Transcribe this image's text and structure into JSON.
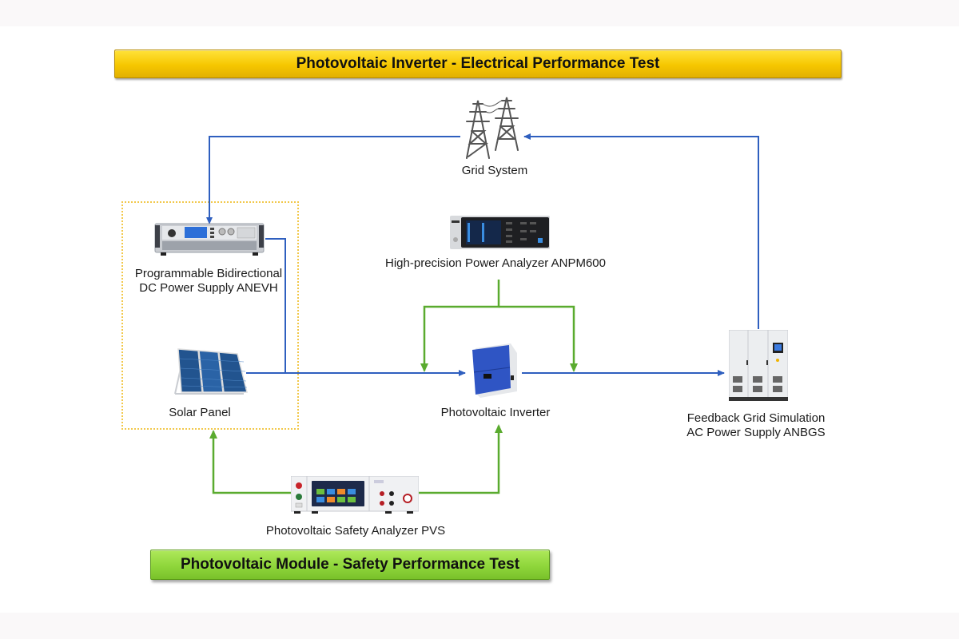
{
  "diagram": {
    "title_top": "Photovoltaic Inverter - Electrical Performance Test",
    "title_bottom": "Photovoltaic Module - Safety Performance Test",
    "colors": {
      "top_banner": "#f6c700",
      "bottom_banner": "#8fd63b",
      "blue_connection": "#2f5fbf",
      "green_connection": "#5aab2f",
      "dotted_group": "#f2c84b"
    },
    "nodes": {
      "grid": {
        "label": "Grid System",
        "icon": "transmission-tower-icon"
      },
      "dc_supply": {
        "label_line1": "Programmable Bidirectional",
        "label_line2": "DC Power Supply ANEVH",
        "icon": "dc-power-supply-icon"
      },
      "power_analyzer": {
        "label": "High-precision Power Analyzer ANPM600",
        "icon": "power-analyzer-icon"
      },
      "solar_panel": {
        "label": "Solar Panel",
        "icon": "solar-panel-icon"
      },
      "inverter": {
        "label": "Photovoltaic Inverter",
        "icon": "inverter-icon"
      },
      "ac_supply": {
        "label_line1": "Feedback Grid Simulation",
        "label_line2": "AC Power Supply ANBGS",
        "icon": "ac-power-cabinet-icon"
      },
      "safety_analyzer": {
        "label": "Photovoltaic Safety Analyzer PVS",
        "icon": "safety-analyzer-icon"
      }
    },
    "edges": [
      {
        "from": "Grid System",
        "to": "Programmable Bidirectional DC Power Supply ANEVH",
        "color": "blue"
      },
      {
        "from": "Programmable Bidirectional DC Power Supply ANEVH",
        "to": "Photovoltaic Inverter",
        "color": "blue"
      },
      {
        "from": "Solar Panel",
        "to": "Photovoltaic Inverter",
        "color": "blue"
      },
      {
        "from": "Photovoltaic Inverter",
        "to": "Feedback Grid Simulation AC Power Supply ANBGS",
        "color": "blue"
      },
      {
        "from": "Feedback Grid Simulation AC Power Supply ANBGS",
        "to": "Grid System",
        "color": "blue"
      },
      {
        "from": "High-precision Power Analyzer ANPM600",
        "to": "Photovoltaic Inverter (input side)",
        "color": "green"
      },
      {
        "from": "High-precision Power Analyzer ANPM600",
        "to": "Photovoltaic Inverter (output side)",
        "color": "green"
      },
      {
        "from": "Photovoltaic Safety Analyzer PVS",
        "to": "Solar Panel",
        "color": "green"
      },
      {
        "from": "Photovoltaic Safety Analyzer PVS",
        "to": "Photovoltaic Inverter",
        "color": "green"
      }
    ]
  }
}
